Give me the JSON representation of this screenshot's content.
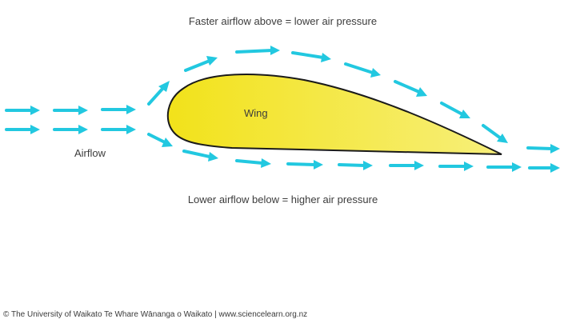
{
  "captions": {
    "top": "Faster airflow above = lower air pressure",
    "bottom": "Lower airflow below = higher air pressure"
  },
  "labels": {
    "airflow": "Airflow",
    "wing": "Wing"
  },
  "footer": {
    "credit": "© The University of Waikato Te Whare Wānanga o Waikato | www.sciencelearn.org.nz"
  },
  "colors": {
    "arrow": "#22c8e0",
    "wing_fill_light": "#f7ef7a",
    "wing_fill_dark": "#f2e21a",
    "wing_outline": "#1a1a1a",
    "text": "#3c3c3c"
  }
}
